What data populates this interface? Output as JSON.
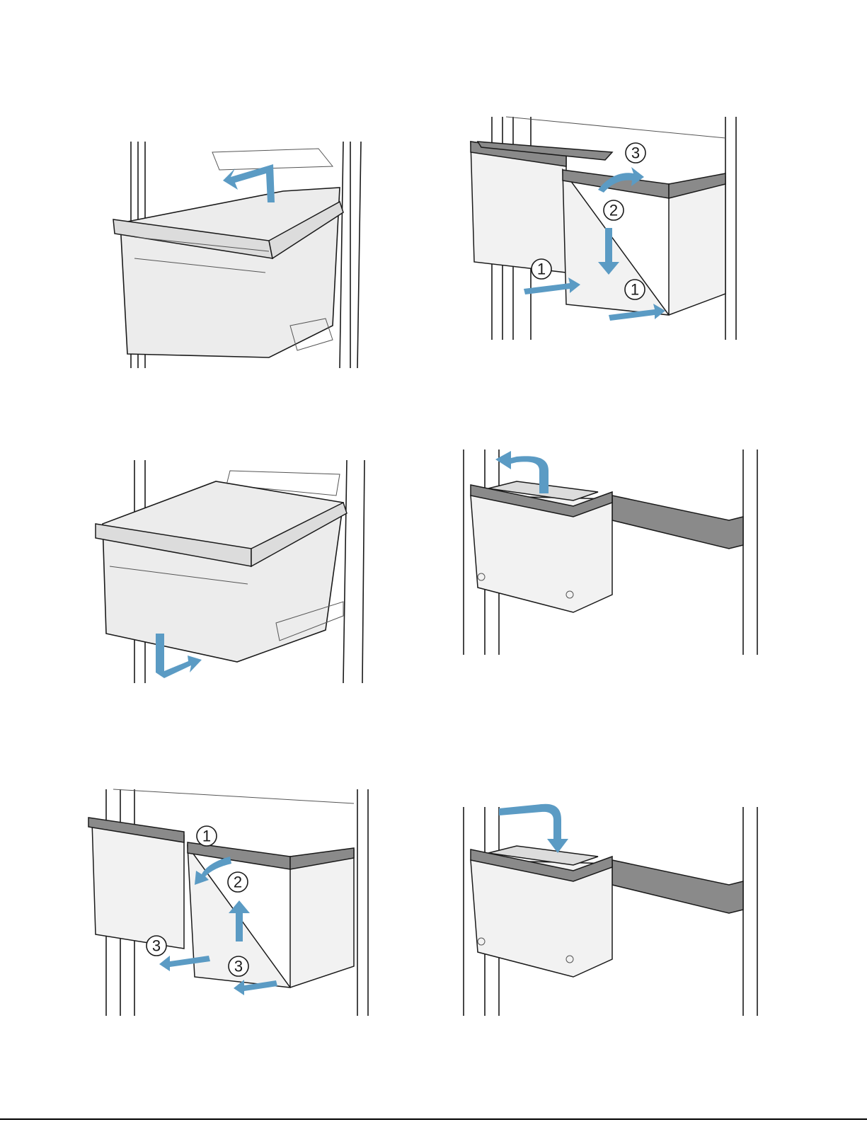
{
  "colors": {
    "arrow": "#5b9bc4",
    "line": "#1a1a1a",
    "bin_fill": "#ececec",
    "rim": "#8a8a8a"
  },
  "panels": [
    {
      "id": "remove-drawer",
      "step_labels": []
    },
    {
      "id": "insert-door-bins",
      "step_labels": [
        "1",
        "1",
        "2",
        "3"
      ]
    },
    {
      "id": "insert-drawer",
      "step_labels": []
    },
    {
      "id": "remove-door-bin",
      "step_labels": []
    },
    {
      "id": "remove-door-bins-numbered",
      "step_labels": [
        "1",
        "2",
        "3",
        "3"
      ]
    },
    {
      "id": "insert-door-bin",
      "step_labels": []
    }
  ]
}
